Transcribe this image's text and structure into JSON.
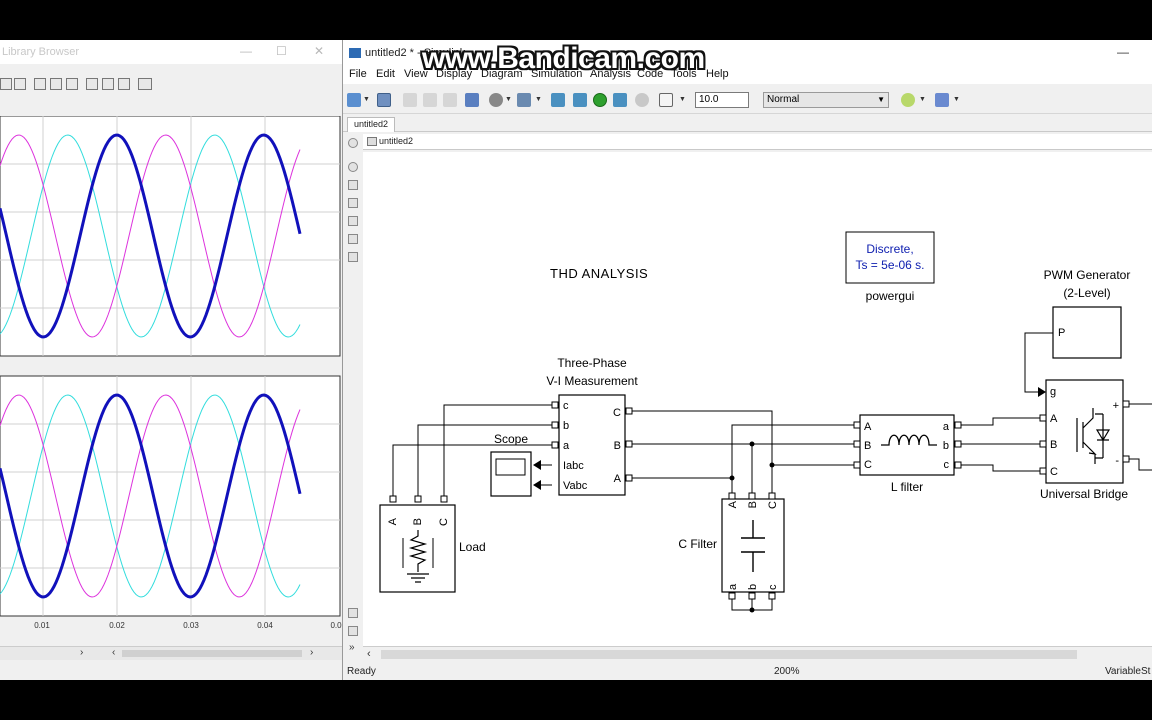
{
  "watermark": "www.Bandicam.com",
  "scope_window": {
    "title": "Library Browser",
    "x_ticks": [
      "0.01",
      "0.02",
      "0.03",
      "0.04",
      "0.0"
    ],
    "colors": {
      "phase_a": "#1111bb",
      "phase_b": "#dd33dd",
      "phase_c": "#33dddd"
    }
  },
  "simulink": {
    "title": "untitled2 * - Simulink",
    "menu": [
      "File",
      "Edit",
      "View",
      "Display",
      "Diagram",
      "Simulation",
      "Analysis",
      "Code",
      "Tools",
      "Help"
    ],
    "stop_time": "10.0",
    "sim_mode": "Normal",
    "tab": "untitled2",
    "breadcrumb": "untitled2",
    "status": {
      "left": "Ready",
      "zoom": "200%",
      "solver": "VariableSt"
    }
  },
  "diagram": {
    "annotation": "THD ANALYSIS",
    "powergui": {
      "line1": "Discrete,",
      "line2": "Ts = 5e-06 s.",
      "name": "powergui"
    },
    "vi_meas": {
      "title1": "Three-Phase",
      "title2": "V-I Measurement",
      "in_ports": [
        "c",
        "b",
        "a",
        "Iabc",
        "Vabc"
      ],
      "out_ports": [
        "C",
        "B",
        "A"
      ]
    },
    "scope": {
      "name": "Scope"
    },
    "load": {
      "name": "Load",
      "ports": [
        "A",
        "B",
        "C"
      ]
    },
    "c_filter": {
      "name": "C Filter",
      "top_ports": [
        "A",
        "B",
        "C"
      ],
      "bottom_ports": [
        "a",
        "b",
        "c"
      ]
    },
    "l_filter": {
      "name": "L filter",
      "in_ports": [
        "A",
        "B",
        "C"
      ],
      "out_ports": [
        "a",
        "b",
        "c"
      ]
    },
    "pwm": {
      "title1": "PWM Generator",
      "title2": "(2-Level)",
      "port": "P"
    },
    "bridge": {
      "name": "Universal Bridge",
      "in_ports": [
        "g",
        "A",
        "B",
        "C"
      ],
      "out_ports": [
        "+",
        "-"
      ]
    }
  }
}
